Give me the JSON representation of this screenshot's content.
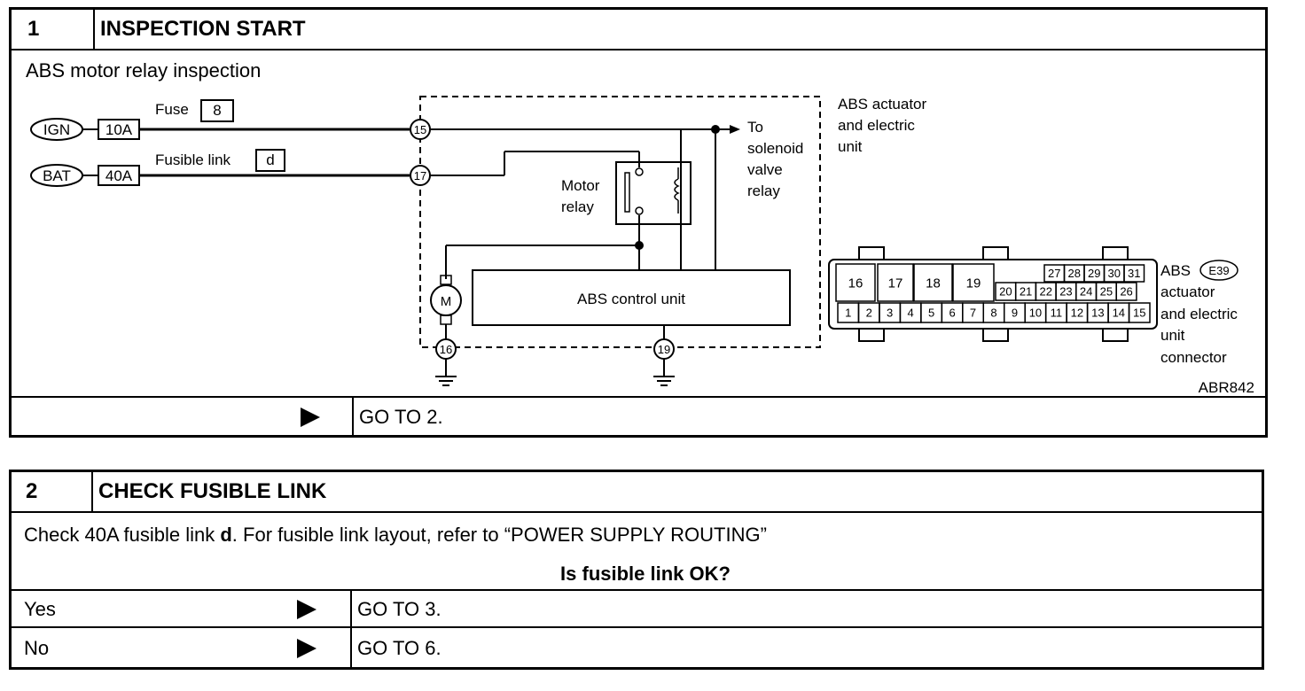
{
  "step1": {
    "number": "1",
    "title": "INSPECTION START",
    "subtitle": "ABS motor relay inspection",
    "result": "GO TO 2.",
    "diagram": {
      "ign": "IGN",
      "bat": "BAT",
      "fuse_rating": "10A",
      "fusible_rating": "40A",
      "fuse_label": "Fuse",
      "fuse_id": "8",
      "fusible_label": "Fusible link",
      "fusible_id": "d",
      "pin15": "15",
      "pin17": "17",
      "pin16": "16",
      "pin19": "19",
      "to_line1": "To",
      "to_line2": "solenoid",
      "to_line3": "valve",
      "to_line4": "relay",
      "motor_relay1": "Motor",
      "motor_relay2": "relay",
      "motor": "M",
      "control_unit": "ABS control unit",
      "unit_label1": "ABS actuator",
      "unit_label2": "and electric",
      "unit_label3": "unit",
      "conn_label1": "ABS",
      "conn_id": "E39",
      "conn_label2": "actuator",
      "conn_label3": "and electric",
      "conn_label4": "unit",
      "conn_label5": "connector",
      "figure_id": "ABR842",
      "connector_top_big": [
        "16",
        "17",
        "18",
        "19"
      ],
      "connector_row_upper": [
        "27",
        "28",
        "29",
        "30",
        "31"
      ],
      "connector_row_mid": [
        "20",
        "21",
        "22",
        "23",
        "24",
        "25",
        "26"
      ],
      "connector_row_bottom": [
        "1",
        "2",
        "3",
        "4",
        "5",
        "6",
        "7",
        "8",
        "9",
        "10",
        "11",
        "12",
        "13",
        "14",
        "15"
      ]
    }
  },
  "step2": {
    "number": "2",
    "title": "CHECK FUSIBLE LINK",
    "instruction_pre": "Check 40A fusible link ",
    "instruction_bold": "d",
    "instruction_post": ". For fusible link layout, refer to “POWER SUPPLY ROUTING”",
    "question": "Is fusible link OK?",
    "yes_label": "Yes",
    "yes_result": "GO TO 3.",
    "no_label": "No",
    "no_result": "GO TO 6."
  }
}
